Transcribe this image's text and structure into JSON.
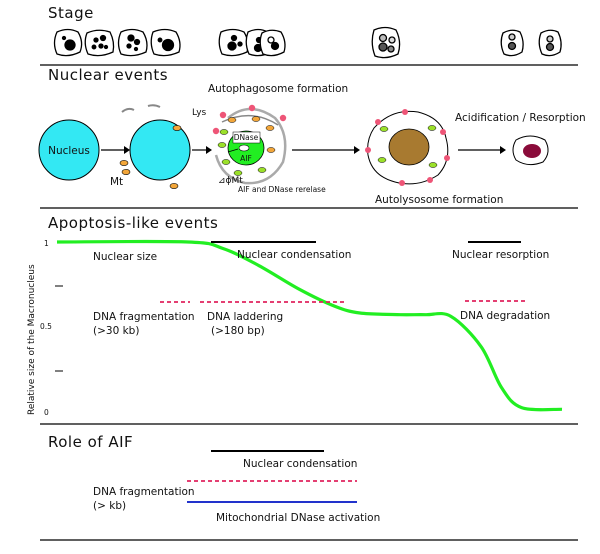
{
  "sections": {
    "stage": "Stage",
    "nuclear_events": "Nuclear events",
    "apoptosis": "Apoptosis-like events",
    "aif_role": "Role of AIF"
  },
  "nuclear": {
    "nucleus": "Nucleus",
    "mt": "Mt",
    "lys": "Lys",
    "autophagosome": "Autophagosome formation",
    "dnase": "DNase",
    "aif": "AIF",
    "phi_mt": "⊿ϕMt",
    "aif_release": "AIF and DNase rerelase",
    "autolysosome": "Autolysosome formation",
    "acidification": "Acidification / Resorption"
  },
  "apoptosis": {
    "nuclear_size": "Nuclear size",
    "nuclear_condensation": "Nuclear condensation",
    "nuclear_resorption": "Nuclear resorption",
    "dna_frag": "DNA fragmentation",
    "dna_frag_size": "(>30 kb)",
    "dna_ladder": "DNA laddering",
    "dna_ladder_size": "(>180 bp)",
    "dna_degradation": "DNA degradation",
    "ylabel": "Relative size of the Macronucleus",
    "yticks": [
      "1",
      "0.5",
      "0"
    ]
  },
  "chart_data": {
    "type": "line",
    "ylabel": "Relative size of the Macronucleus",
    "ylim": [
      0,
      1
    ],
    "yticks": [
      0,
      0.5,
      1
    ],
    "series": [
      {
        "x": [
          0,
          0.26,
          0.33,
          0.4,
          0.48,
          0.55,
          0.6,
          0.68,
          0.73,
          0.78,
          0.84,
          0.88,
          0.92,
          1.0
        ],
        "values": [
          1.0,
          1.0,
          0.96,
          0.86,
          0.72,
          0.62,
          0.58,
          0.57,
          0.57,
          0.56,
          0.38,
          0.14,
          0.02,
          0.01
        ]
      }
    ]
  },
  "aif": {
    "nuclear_condensation": "Nuclear condensation",
    "dna_frag": "DNA fragmentation",
    "dna_frag_size": "(> kb)",
    "mito_dnase": "Mitochondrial DNase activation"
  },
  "colors": {
    "nucleus": "#33e8f3",
    "curve": "#22ee22",
    "red_dash": "#e0245e",
    "blue": "#2233cc",
    "mito": "#f2a63a",
    "lys": "#ee5577",
    "brown": "#a87a30",
    "dark_red": "#8a0b3a"
  }
}
